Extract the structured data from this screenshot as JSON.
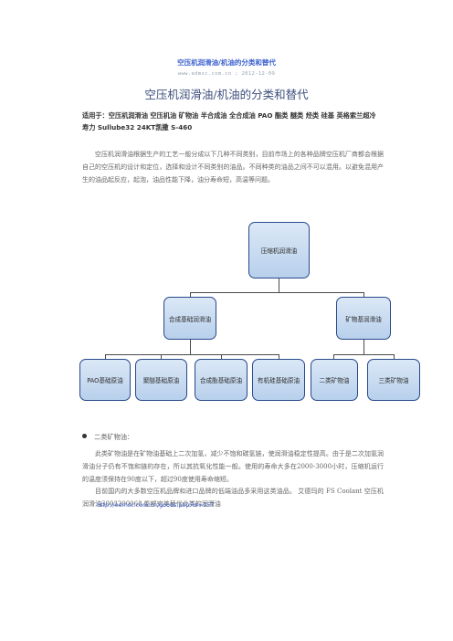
{
  "header": {
    "site_title": "空压机润滑油/机油的分类和替代",
    "meta": "www.edmsc.com.cn ; 2012-12-09"
  },
  "article": {
    "title": "空压机润滑油/机油的分类和替代",
    "applies_to": "适用于：空压机润滑油 空压机油 矿物油 半合成油 全合成油 PAO 酯类 醚类 烃类 硅基 英格索兰超冷 寿力 Sullube32 24KT凯撒 S-460",
    "intro": "空压机润滑油根据生产的工艺一般分成以下几种不同类别，目前市场上的各种品牌空压机厂商都会根据自己的空压机的设计和定位，选择和设计不同类别的油品。不同种类的油品之间不可以混用。以避免混用产生的油品起反应，起泡，油品性能下降，油分寿命短，高温等问题。",
    "bullet_heading": "二类矿物油：",
    "bullet_body": "此类矿物油是在矿物油基础上二次加氢，减少不饱和碳氢链，使润滑油稳定性提高。由于是二次加氢润滑油分子仍有不饱和链的存在，所以其抗氧化性能一般。使用的寿命大多在2000-3000小时，压缩机运行的温度须保持在90度以下，超过90度使用寿命缩短。",
    "domestic": "目前国内的大多数空压机品牌和进口品牌的低端油品多采用这类油品。 艾德玛的 FS Coolant 空压机润滑油3003200068 能够完美替代此类的润滑油",
    "link": "http://edmsc.com.cn/goods.php?id=157"
  },
  "org_chart": {
    "root": "压缩机润滑油",
    "level1": [
      "合成基础润滑油",
      "矿物基润滑油"
    ],
    "level2": [
      "PAO基础原油",
      "聚醚基础原油",
      "合成酯基础原油",
      "有机硅基础原油",
      "二类矿物油",
      "三类矿物油"
    ]
  },
  "colors": {
    "site_title": "#3a5fcd",
    "main_title": "#3d4f7c",
    "node_border": "#27488a",
    "node_fill": "#c8dbf1",
    "link": "#3a5fcd"
  }
}
